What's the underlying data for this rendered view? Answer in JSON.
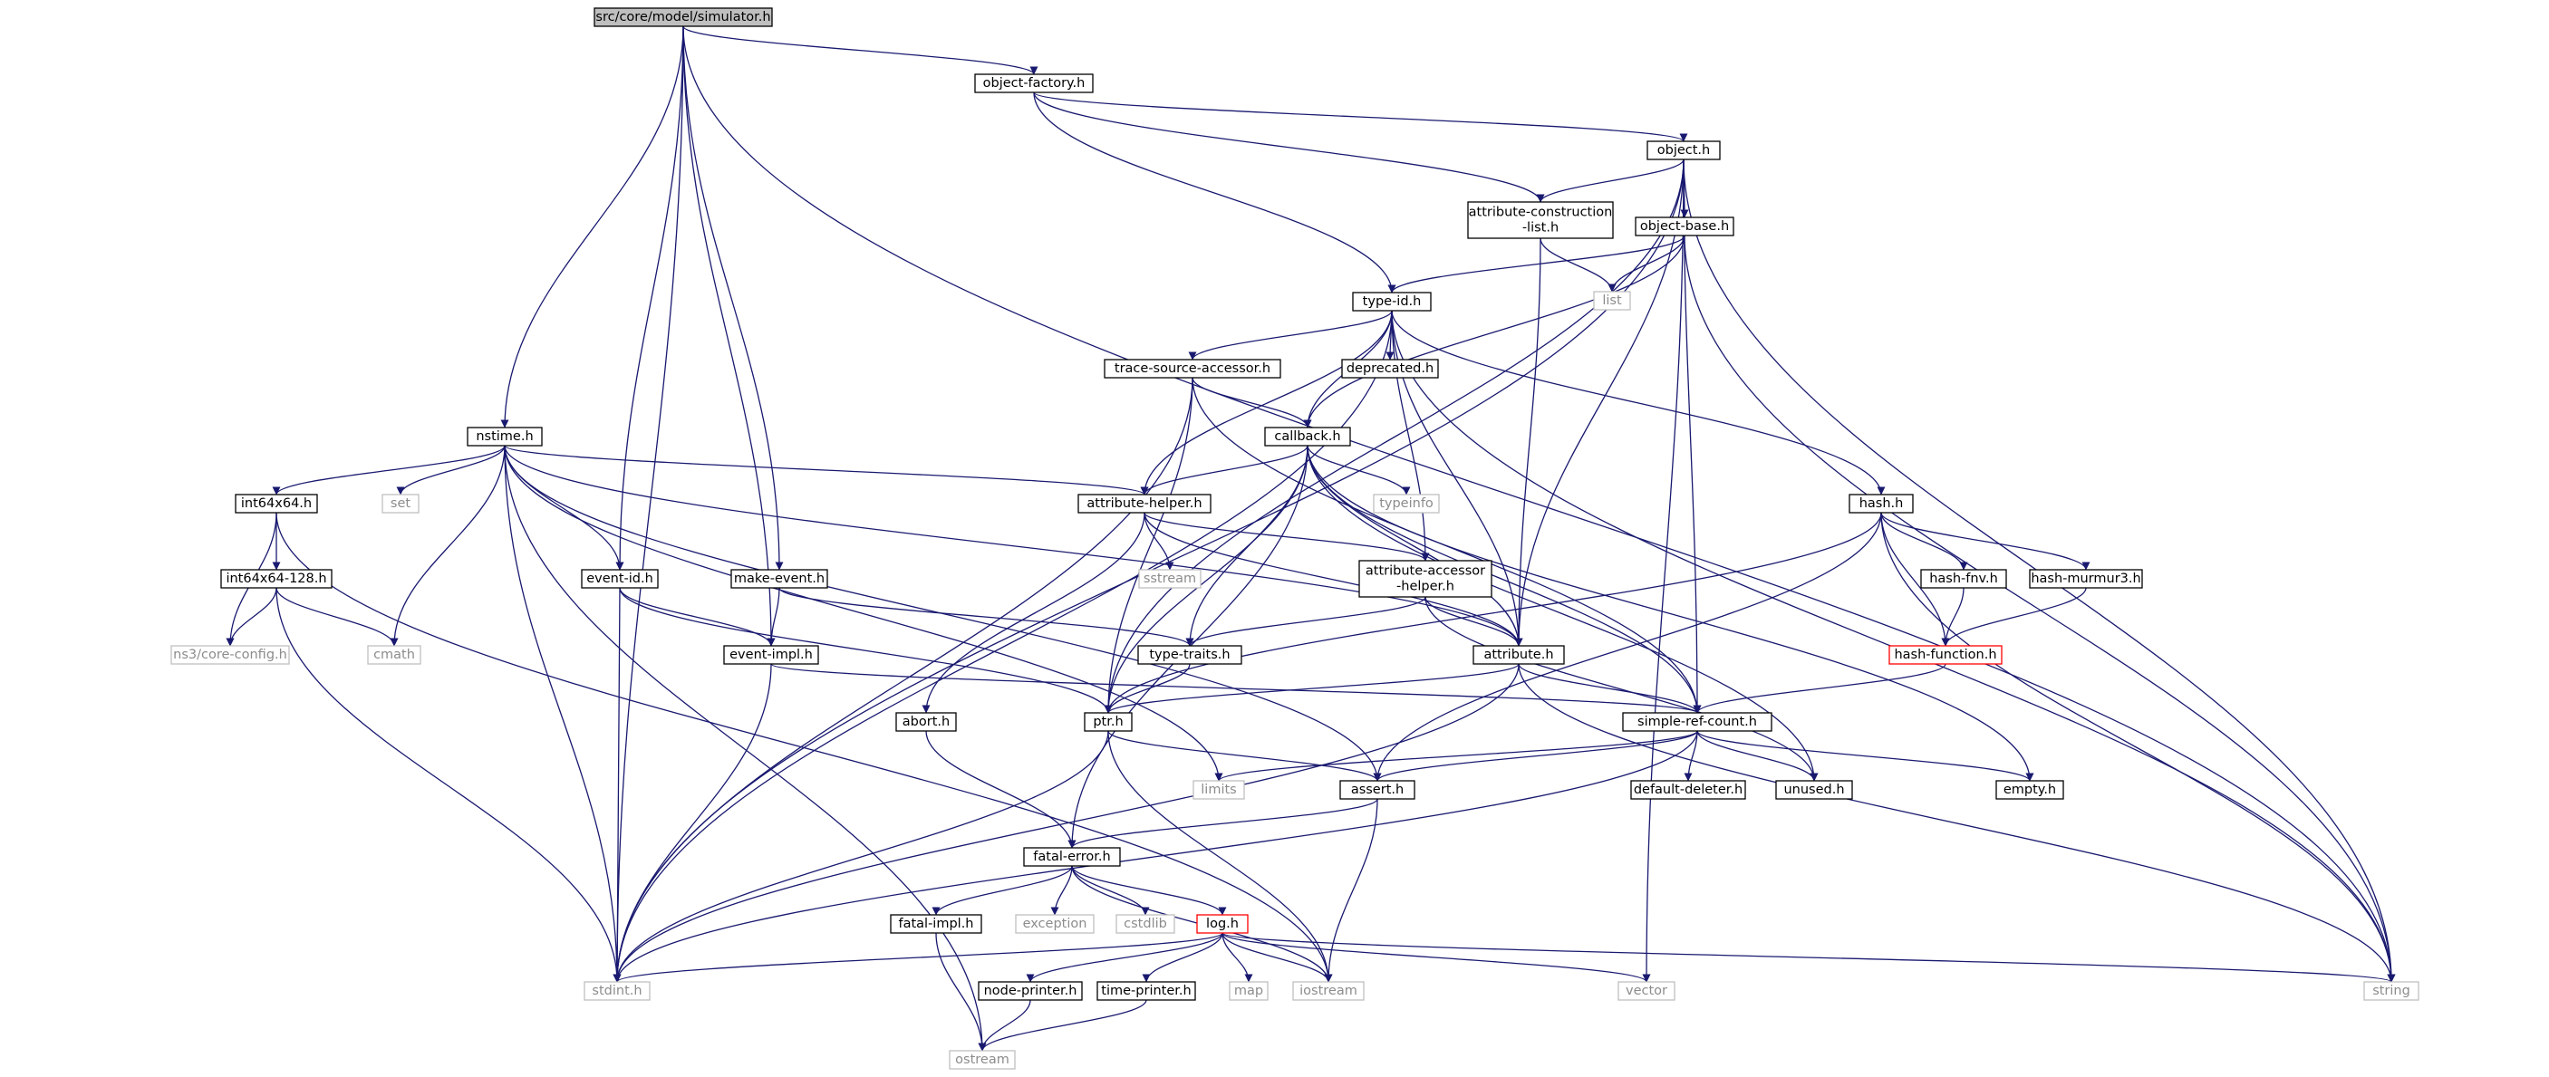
{
  "colors": {
    "edge": "#191970",
    "node_border": "#000000",
    "system_header_border": "#bfbfbf",
    "system_header_text": "#8c8c8c",
    "missing_border": "#ff0000",
    "root_fill": "#bfbfbf"
  },
  "diagram": {
    "nodes": [
      {
        "id": "simulator",
        "label": "src/core/model/simulator.h",
        "kind": "root"
      },
      {
        "id": "object-factory",
        "label": "object-factory.h",
        "kind": "file"
      },
      {
        "id": "object",
        "label": "object.h",
        "kind": "file"
      },
      {
        "id": "attribute-construction-list",
        "label": "attribute-construction\n-list.h",
        "kind": "file"
      },
      {
        "id": "object-base",
        "label": "object-base.h",
        "kind": "file"
      },
      {
        "id": "list",
        "label": "list",
        "kind": "system"
      },
      {
        "id": "type-id",
        "label": "type-id.h",
        "kind": "file"
      },
      {
        "id": "trace-source-accessor",
        "label": "trace-source-accessor.h",
        "kind": "file"
      },
      {
        "id": "deprecated",
        "label": "deprecated.h",
        "kind": "file"
      },
      {
        "id": "callback",
        "label": "callback.h",
        "kind": "file"
      },
      {
        "id": "nstime",
        "label": "nstime.h",
        "kind": "file"
      },
      {
        "id": "int64x64",
        "label": "int64x64.h",
        "kind": "file"
      },
      {
        "id": "set",
        "label": "set",
        "kind": "system"
      },
      {
        "id": "attribute-helper",
        "label": "attribute-helper.h",
        "kind": "file"
      },
      {
        "id": "typeinfo",
        "label": "typeinfo",
        "kind": "system"
      },
      {
        "id": "hash",
        "label": "hash.h",
        "kind": "file"
      },
      {
        "id": "int64x64-128",
        "label": "int64x64-128.h",
        "kind": "file"
      },
      {
        "id": "event-id",
        "label": "event-id.h",
        "kind": "file"
      },
      {
        "id": "make-event",
        "label": "make-event.h",
        "kind": "file"
      },
      {
        "id": "sstream",
        "label": "sstream",
        "kind": "system"
      },
      {
        "id": "attribute-accessor-helper",
        "label": "attribute-accessor\n-helper.h",
        "kind": "file"
      },
      {
        "id": "hash-fnv",
        "label": "hash-fnv.h",
        "kind": "file"
      },
      {
        "id": "hash-murmur3",
        "label": "hash-murmur3.h",
        "kind": "file"
      },
      {
        "id": "ns3-core-config",
        "label": "ns3/core-config.h",
        "kind": "system"
      },
      {
        "id": "cmath",
        "label": "cmath",
        "kind": "system"
      },
      {
        "id": "event-impl",
        "label": "event-impl.h",
        "kind": "file"
      },
      {
        "id": "type-traits",
        "label": "type-traits.h",
        "kind": "file"
      },
      {
        "id": "attribute",
        "label": "attribute.h",
        "kind": "file"
      },
      {
        "id": "hash-function",
        "label": "hash-function.h",
        "kind": "missing"
      },
      {
        "id": "abort",
        "label": "abort.h",
        "kind": "file"
      },
      {
        "id": "ptr",
        "label": "ptr.h",
        "kind": "file"
      },
      {
        "id": "simple-ref-count",
        "label": "simple-ref-count.h",
        "kind": "file"
      },
      {
        "id": "limits",
        "label": "limits",
        "kind": "system"
      },
      {
        "id": "assert",
        "label": "assert.h",
        "kind": "file"
      },
      {
        "id": "default-deleter",
        "label": "default-deleter.h",
        "kind": "file"
      },
      {
        "id": "unused",
        "label": "unused.h",
        "kind": "file"
      },
      {
        "id": "empty",
        "label": "empty.h",
        "kind": "file"
      },
      {
        "id": "fatal-error",
        "label": "fatal-error.h",
        "kind": "file"
      },
      {
        "id": "fatal-impl",
        "label": "fatal-impl.h",
        "kind": "file"
      },
      {
        "id": "exception",
        "label": "exception",
        "kind": "system"
      },
      {
        "id": "cstdlib",
        "label": "cstdlib",
        "kind": "system"
      },
      {
        "id": "log",
        "label": "log.h",
        "kind": "missing"
      },
      {
        "id": "stdint",
        "label": "stdint.h",
        "kind": "system"
      },
      {
        "id": "node-printer",
        "label": "node-printer.h",
        "kind": "file"
      },
      {
        "id": "time-printer",
        "label": "time-printer.h",
        "kind": "file"
      },
      {
        "id": "map",
        "label": "map",
        "kind": "system"
      },
      {
        "id": "iostream",
        "label": "iostream",
        "kind": "system"
      },
      {
        "id": "vector",
        "label": "vector",
        "kind": "system"
      },
      {
        "id": "string",
        "label": "string",
        "kind": "system"
      },
      {
        "id": "ostream",
        "label": "ostream",
        "kind": "system"
      }
    ],
    "edges": [
      [
        "simulator",
        "object-factory"
      ],
      [
        "simulator",
        "nstime"
      ],
      [
        "simulator",
        "event-id"
      ],
      [
        "simulator",
        "event-impl"
      ],
      [
        "simulator",
        "make-event"
      ],
      [
        "simulator",
        "stdint"
      ],
      [
        "simulator",
        "string"
      ],
      [
        "object-factory",
        "object"
      ],
      [
        "object-factory",
        "attribute-construction-list"
      ],
      [
        "object-factory",
        "type-id"
      ],
      [
        "object",
        "attribute-construction-list"
      ],
      [
        "object",
        "object-base"
      ],
      [
        "object",
        "ptr"
      ],
      [
        "object",
        "attribute"
      ],
      [
        "object",
        "simple-ref-count"
      ],
      [
        "object",
        "stdint"
      ],
      [
        "object",
        "vector"
      ],
      [
        "object",
        "string"
      ],
      [
        "attribute-construction-list",
        "list"
      ],
      [
        "attribute-construction-list",
        "attribute"
      ],
      [
        "object-base",
        "type-id"
      ],
      [
        "object-base",
        "callback"
      ],
      [
        "object-base",
        "list"
      ],
      [
        "object-base",
        "string"
      ],
      [
        "type-id",
        "trace-source-accessor"
      ],
      [
        "type-id",
        "deprecated"
      ],
      [
        "type-id",
        "callback"
      ],
      [
        "type-id",
        "attribute-helper"
      ],
      [
        "type-id",
        "attribute-accessor-helper"
      ],
      [
        "type-id",
        "attribute"
      ],
      [
        "type-id",
        "hash"
      ],
      [
        "type-id",
        "stdint"
      ],
      [
        "type-id",
        "string"
      ],
      [
        "trace-source-accessor",
        "callback"
      ],
      [
        "trace-source-accessor",
        "ptr"
      ],
      [
        "trace-source-accessor",
        "simple-ref-count"
      ],
      [
        "trace-source-accessor",
        "stdint"
      ],
      [
        "callback",
        "attribute-helper"
      ],
      [
        "callback",
        "typeinfo"
      ],
      [
        "callback",
        "type-traits"
      ],
      [
        "callback",
        "ptr"
      ],
      [
        "callback",
        "fatal-error"
      ],
      [
        "callback",
        "attribute"
      ],
      [
        "callback",
        "simple-ref-count"
      ],
      [
        "callback",
        "empty"
      ],
      [
        "callback",
        "unused"
      ],
      [
        "nstime",
        "int64x64"
      ],
      [
        "nstime",
        "set"
      ],
      [
        "nstime",
        "cmath"
      ],
      [
        "nstime",
        "event-id"
      ],
      [
        "nstime",
        "attribute-helper"
      ],
      [
        "nstime",
        "attribute"
      ],
      [
        "nstime",
        "assert"
      ],
      [
        "nstime",
        "limits"
      ],
      [
        "nstime",
        "stdint"
      ],
      [
        "nstime",
        "ostream"
      ],
      [
        "int64x64",
        "int64x64-128"
      ],
      [
        "int64x64",
        "ns3-core-config"
      ],
      [
        "int64x64",
        "iostream"
      ],
      [
        "int64x64-128",
        "ns3-core-config"
      ],
      [
        "int64x64-128",
        "cmath"
      ],
      [
        "int64x64-128",
        "stdint"
      ],
      [
        "attribute-helper",
        "sstream"
      ],
      [
        "attribute-helper",
        "attribute-accessor-helper"
      ],
      [
        "attribute-helper",
        "attribute"
      ],
      [
        "attribute-helper",
        "abort"
      ],
      [
        "attribute-accessor-helper",
        "type-traits"
      ],
      [
        "attribute-accessor-helper",
        "attribute"
      ],
      [
        "attribute-accessor-helper",
        "unused"
      ],
      [
        "event-id",
        "event-impl"
      ],
      [
        "event-id",
        "ptr"
      ],
      [
        "event-id",
        "stdint"
      ],
      [
        "make-event",
        "event-impl"
      ],
      [
        "make-event",
        "type-traits"
      ],
      [
        "event-impl",
        "simple-ref-count"
      ],
      [
        "event-impl",
        "stdint"
      ],
      [
        "type-traits",
        "ptr"
      ],
      [
        "attribute",
        "ptr"
      ],
      [
        "attribute",
        "simple-ref-count"
      ],
      [
        "attribute",
        "string"
      ],
      [
        "attribute",
        "stdint"
      ],
      [
        "hash",
        "hash-fnv"
      ],
      [
        "hash",
        "hash-murmur3"
      ],
      [
        "hash",
        "hash-function"
      ],
      [
        "hash",
        "ptr"
      ],
      [
        "hash",
        "assert"
      ],
      [
        "hash",
        "string"
      ],
      [
        "hash-fnv",
        "hash-function"
      ],
      [
        "hash-murmur3",
        "hash-function"
      ],
      [
        "hash-function",
        "simple-ref-count"
      ],
      [
        "abort",
        "fatal-error"
      ],
      [
        "ptr",
        "assert"
      ],
      [
        "ptr",
        "stdint"
      ],
      [
        "ptr",
        "iostream"
      ],
      [
        "simple-ref-count",
        "assert"
      ],
      [
        "simple-ref-count",
        "limits"
      ],
      [
        "simple-ref-count",
        "default-deleter"
      ],
      [
        "simple-ref-count",
        "unused"
      ],
      [
        "simple-ref-count",
        "empty"
      ],
      [
        "simple-ref-count",
        "stdint"
      ],
      [
        "assert",
        "fatal-error"
      ],
      [
        "assert",
        "iostream"
      ],
      [
        "fatal-error",
        "fatal-impl"
      ],
      [
        "fatal-error",
        "exception"
      ],
      [
        "fatal-error",
        "cstdlib"
      ],
      [
        "fatal-error",
        "log"
      ],
      [
        "fatal-error",
        "iostream"
      ],
      [
        "fatal-impl",
        "ostream"
      ],
      [
        "log",
        "node-printer"
      ],
      [
        "log",
        "time-printer"
      ],
      [
        "log",
        "map"
      ],
      [
        "log",
        "iostream"
      ],
      [
        "log",
        "vector"
      ],
      [
        "log",
        "string"
      ],
      [
        "log",
        "stdint"
      ],
      [
        "node-printer",
        "ostream"
      ],
      [
        "time-printer",
        "ostream"
      ]
    ]
  }
}
